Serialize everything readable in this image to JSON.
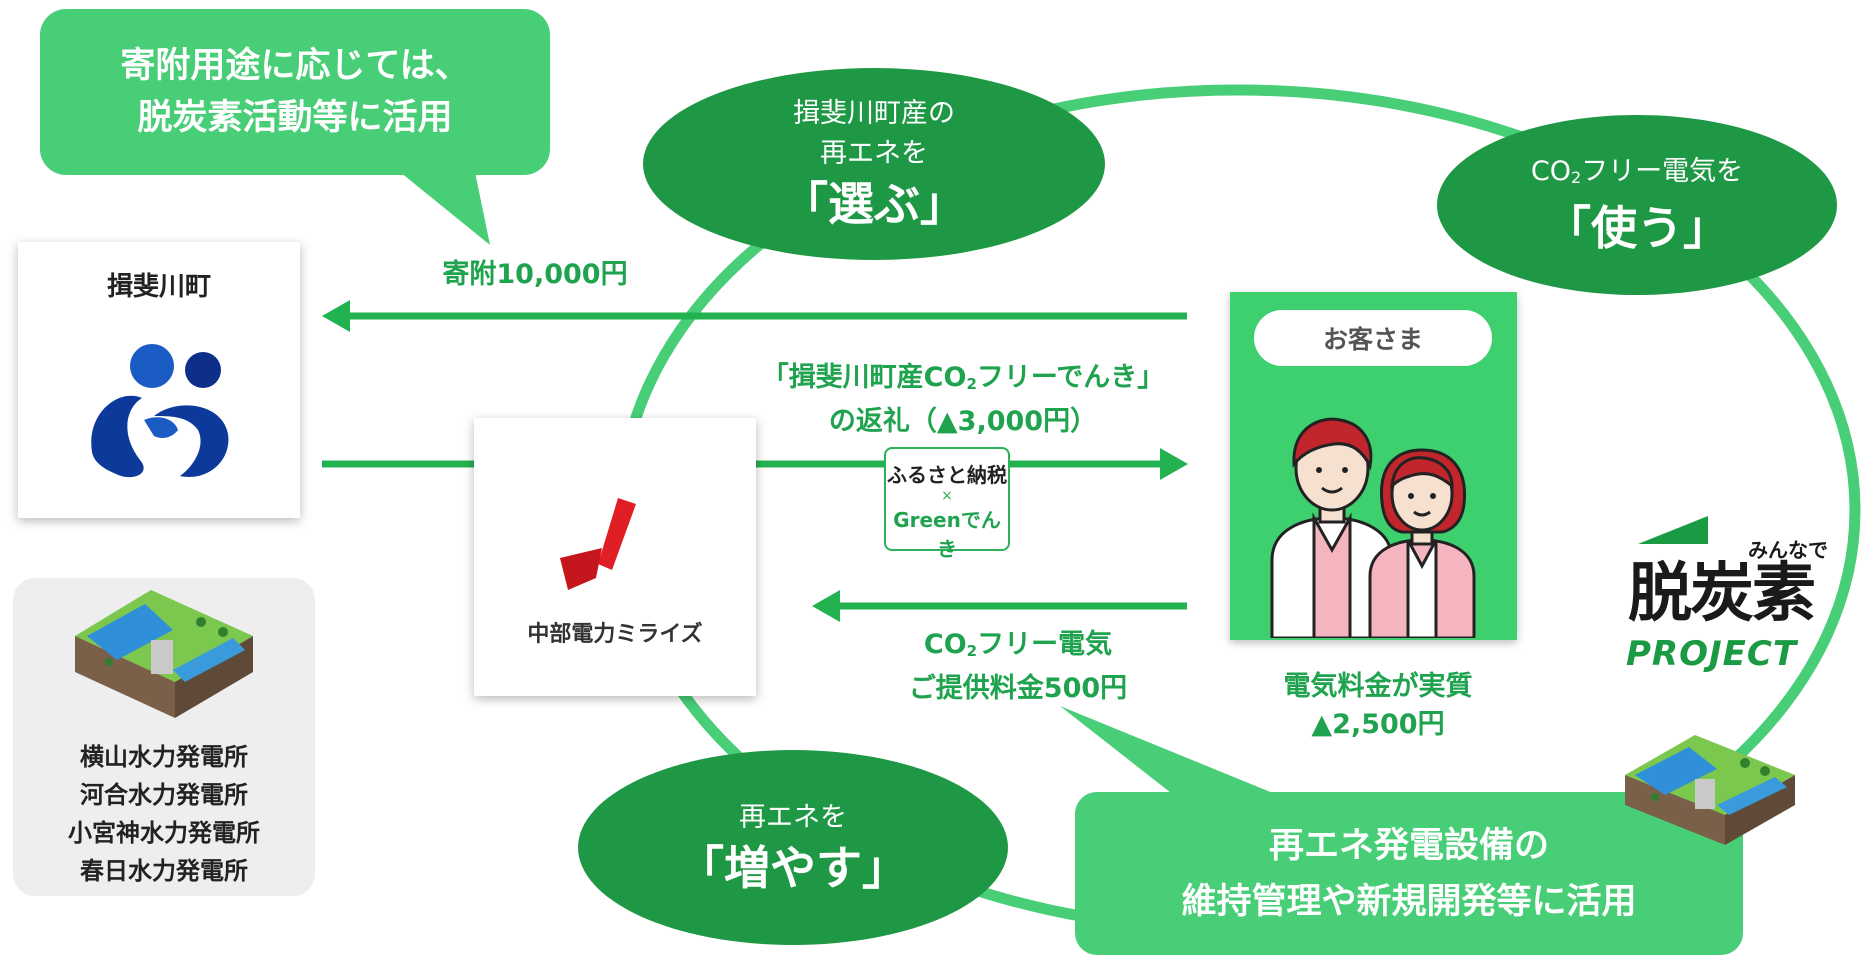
{
  "callout_top": {
    "line1": "寄附用途に応じては、",
    "line2": "脱炭素活動等に活用"
  },
  "ellipse_choose": {
    "line1": "揖斐川町産の",
    "line2": "再エネを",
    "main": "「選ぶ」"
  },
  "ellipse_use": {
    "co": "CO",
    "sub2": "2",
    "rest": "フリー電気を",
    "main": "「使う」"
  },
  "ellipse_increase": {
    "line1": "再エネを",
    "main": "「増やす」"
  },
  "callout_bottom": {
    "line1": "再エネ発電設備の",
    "line2": "維持管理や新規開発等に活用"
  },
  "town": {
    "name": "揖斐川町"
  },
  "flows": {
    "donation": "寄附10,000円",
    "gift_line1_a": "「揖斐川町産CO",
    "gift_line1_sub": "2",
    "gift_line1_b": "フリーでんき」",
    "gift_line2": "の返礼（▲3,000円）",
    "fee_line1_a": "CO",
    "fee_line1_sub": "2",
    "fee_line1_b": "フリー電気",
    "fee_line2": "ご提供料金500円",
    "net_line1": "電気料金が実質",
    "net_line2": "▲2,500円"
  },
  "badge": {
    "line1": "ふるさと納税",
    "line2": "×",
    "line3": "Greenでんき"
  },
  "customer": {
    "label": "お客さま"
  },
  "company": {
    "name": "中部電力ミライズ"
  },
  "power_plants": [
    "横山水力発電所",
    "河合水力発電所",
    "小宮神水力発電所",
    "春日水力発電所"
  ],
  "decarbon_logo": {
    "main": "脱炭素",
    "small": "みんなで",
    "project": "PROJECT"
  },
  "colors": {
    "light_green": "#49ce78",
    "dark_green": "#1f9845",
    "arrow_green": "#22b24f",
    "text_green": "#1fa34e"
  },
  "icons": [
    "town-emblem-icon",
    "chubu-logo-icon",
    "dam-icon",
    "people-icon",
    "arrow-left-icon",
    "arrow-right-icon"
  ]
}
